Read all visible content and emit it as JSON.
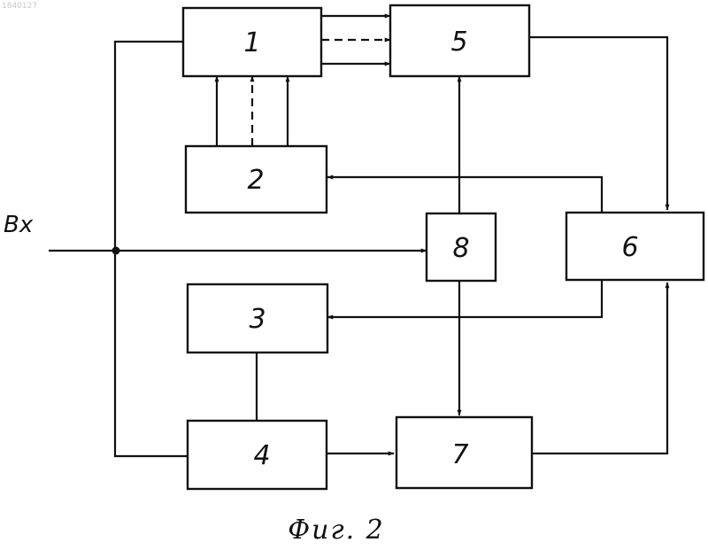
{
  "corner_code": "1840127",
  "input_label": "Bx",
  "caption": "Фиг. 2",
  "blocks": {
    "b1": "1",
    "b2": "2",
    "b3": "3",
    "b4": "4",
    "b5": "5",
    "b6": "6",
    "b7": "7",
    "b8": "8"
  }
}
